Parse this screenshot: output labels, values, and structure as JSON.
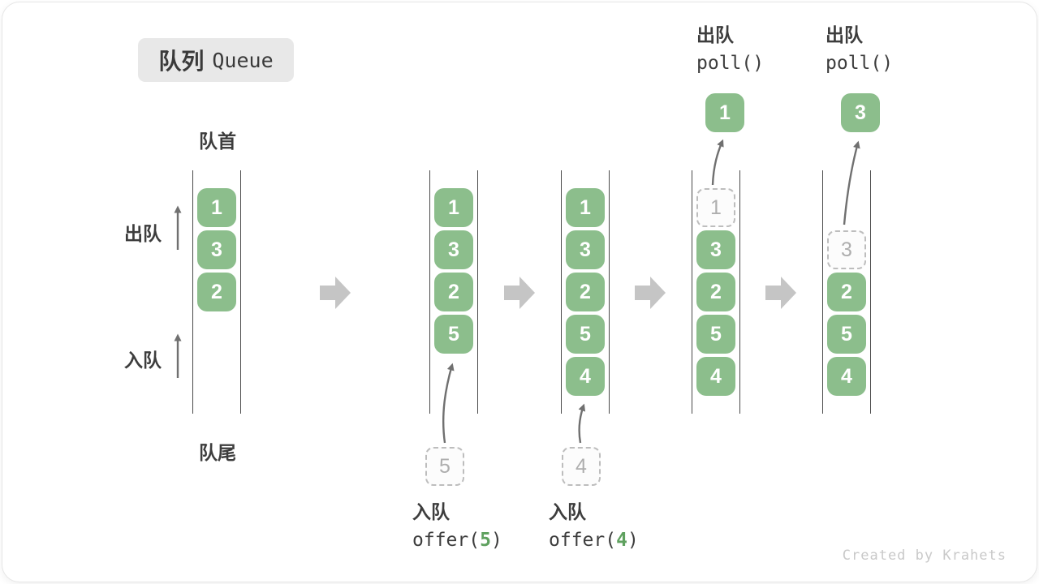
{
  "title": {
    "zh": "队列",
    "en": "Queue"
  },
  "labels": {
    "front": "队首",
    "rear": "队尾",
    "dequeue": "出队",
    "enqueue": "入队"
  },
  "colors": {
    "cell_green": "#8cbe8c",
    "accent_green": "#5fa15f",
    "arrow_gray": "#c5c5c5",
    "title_bg": "#e8e8e8"
  },
  "watermark": "Created by Krahets",
  "queues": [
    {
      "cells": [
        {
          "v": "1",
          "style": "filled",
          "row": 0
        },
        {
          "v": "3",
          "style": "filled",
          "row": 1
        },
        {
          "v": "2",
          "style": "filled",
          "row": 2
        }
      ]
    },
    {
      "cells": [
        {
          "v": "1",
          "style": "filled",
          "row": 0
        },
        {
          "v": "3",
          "style": "filled",
          "row": 1
        },
        {
          "v": "2",
          "style": "filled",
          "row": 2
        },
        {
          "v": "5",
          "style": "filled",
          "row": 3
        }
      ],
      "incoming": "5",
      "caption": {
        "title": "入队",
        "fn": "offer(",
        "arg": "5",
        "close": ")"
      }
    },
    {
      "cells": [
        {
          "v": "1",
          "style": "filled",
          "row": 0
        },
        {
          "v": "3",
          "style": "filled",
          "row": 1
        },
        {
          "v": "2",
          "style": "filled",
          "row": 2
        },
        {
          "v": "5",
          "style": "filled",
          "row": 3
        },
        {
          "v": "4",
          "style": "filled",
          "row": 4
        }
      ],
      "incoming": "4",
      "caption": {
        "title": "入队",
        "fn": "offer(",
        "arg": "4",
        "close": ")"
      }
    },
    {
      "cells": [
        {
          "v": "1",
          "style": "dashed",
          "row": 0
        },
        {
          "v": "3",
          "style": "filled",
          "row": 1
        },
        {
          "v": "2",
          "style": "filled",
          "row": 2
        },
        {
          "v": "5",
          "style": "filled",
          "row": 3
        },
        {
          "v": "4",
          "style": "filled",
          "row": 4
        }
      ],
      "outgoing": "1",
      "header": {
        "title": "出队",
        "fn": "poll()"
      }
    },
    {
      "cells": [
        {
          "v": "3",
          "style": "dashed",
          "row": 1
        },
        {
          "v": "2",
          "style": "filled",
          "row": 2
        },
        {
          "v": "5",
          "style": "filled",
          "row": 3
        },
        {
          "v": "4",
          "style": "filled",
          "row": 4
        }
      ],
      "outgoing": "3",
      "header": {
        "title": "出队",
        "fn": "poll()"
      }
    }
  ]
}
